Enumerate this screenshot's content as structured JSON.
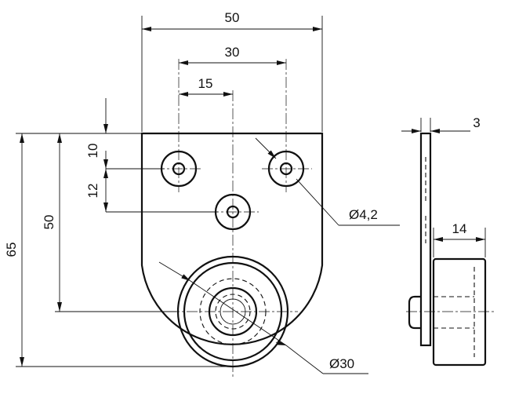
{
  "dimensions": {
    "width_top": "50",
    "hole_spacing": "30",
    "hole_offset": "15",
    "top_to_hole": "10",
    "hole_vertical_gap": "12",
    "height_to_wheel": "50",
    "total_height": "65",
    "plate_thickness": "3",
    "wheel_width": "14",
    "hole_diameter": "Ø4,2",
    "wheel_diameter": "Ø30"
  }
}
